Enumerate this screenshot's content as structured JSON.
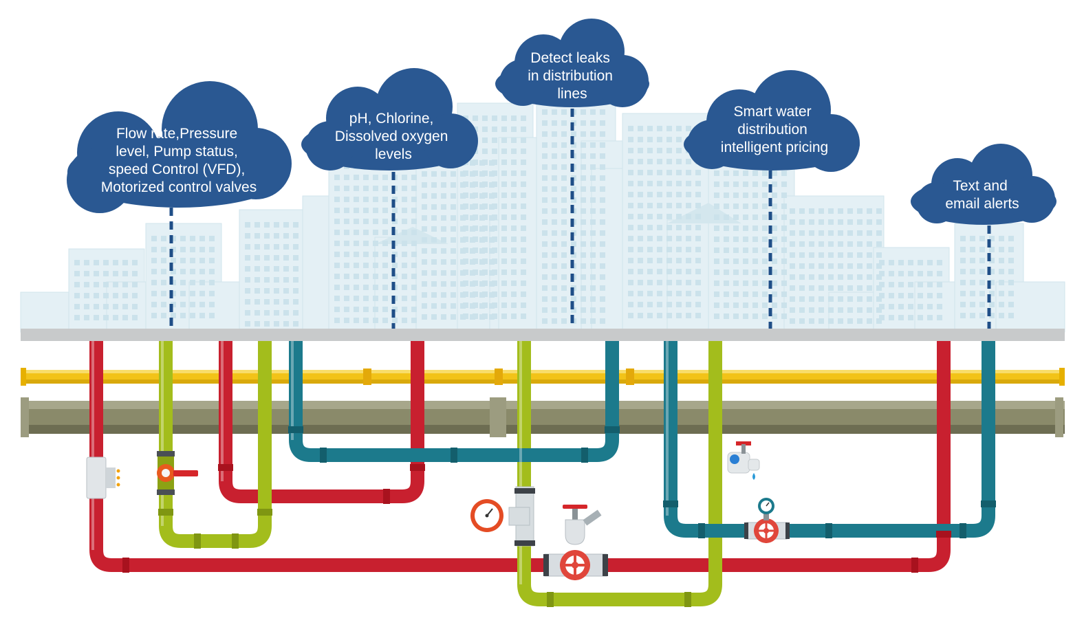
{
  "clouds": [
    {
      "lines": [
        "Flow rate,Pressure",
        "level, Pump status,",
        "speed Control (VFD),",
        "Motorized control valves"
      ]
    },
    {
      "lines": [
        "pH, Chlorine,",
        "Dissolved oxygen",
        "levels"
      ]
    },
    {
      "lines": [
        "Detect leaks",
        "in distribution",
        "lines"
      ]
    },
    {
      "lines": [
        "Smart water",
        "distribution",
        "intelligent pricing"
      ]
    },
    {
      "lines": [
        "Text and",
        "email alerts"
      ]
    }
  ],
  "colors": {
    "cloud": "#2a5892",
    "dashed_line": "#1f4e87",
    "red_pipe": "#c8202f",
    "green_pipe": "#a3bd1c",
    "teal_pipe": "#1c7a8c",
    "yellow_pipe": "#f2c318",
    "olive_pipe": "#8a8a6a",
    "ground": "#c8cacb",
    "buildings": "#d9ecf3"
  }
}
